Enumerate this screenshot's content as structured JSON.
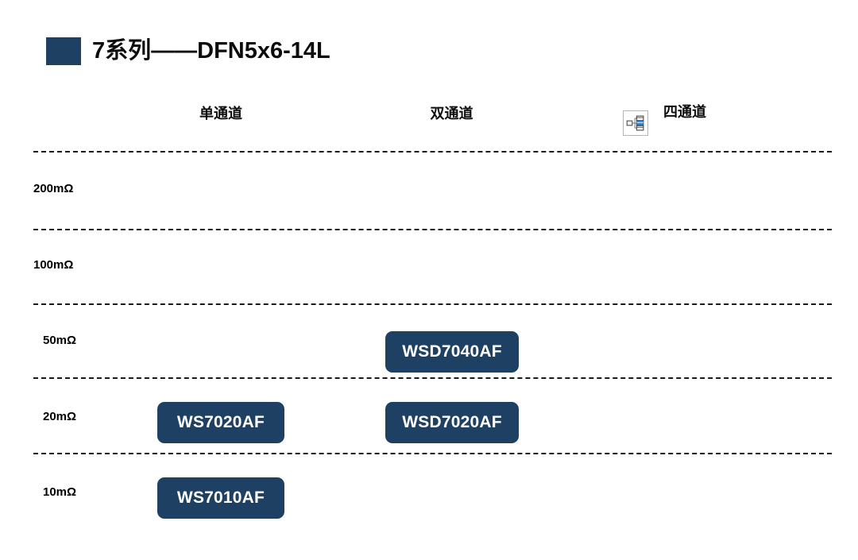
{
  "title": {
    "text": "7系列——DFN5x6-14L",
    "swatch_color": "#1e4063"
  },
  "columns": [
    {
      "key": "single",
      "label": "单通道"
    },
    {
      "key": "dual",
      "label": "双通道"
    },
    {
      "key": "quad",
      "label": "四通道",
      "icon": "hierarchy-icon"
    }
  ],
  "rows": [
    {
      "key": "r200",
      "label": "200mΩ"
    },
    {
      "key": "r100",
      "label": "100mΩ"
    },
    {
      "key": "r50",
      "label": "50mΩ"
    },
    {
      "key": "r20",
      "label": "20mΩ"
    },
    {
      "key": "r10",
      "label": "10mΩ"
    }
  ],
  "badges": [
    {
      "label": "WSD7040AF",
      "row": "50mΩ",
      "column": "双通道"
    },
    {
      "label": "WS7020AF",
      "row": "20mΩ",
      "column": "单通道"
    },
    {
      "label": "WSD7020AF",
      "row": "20mΩ",
      "column": "双通道"
    },
    {
      "label": "WS7010AF",
      "row": "10mΩ",
      "column": "单通道"
    }
  ],
  "colors": {
    "brand_navy": "#1e4063",
    "badge_text": "#ffffff",
    "rule": "#1a1a1a",
    "background": "#ffffff",
    "icon_border": "#b4b4b4",
    "icon_accent": "#2e8bd8"
  }
}
